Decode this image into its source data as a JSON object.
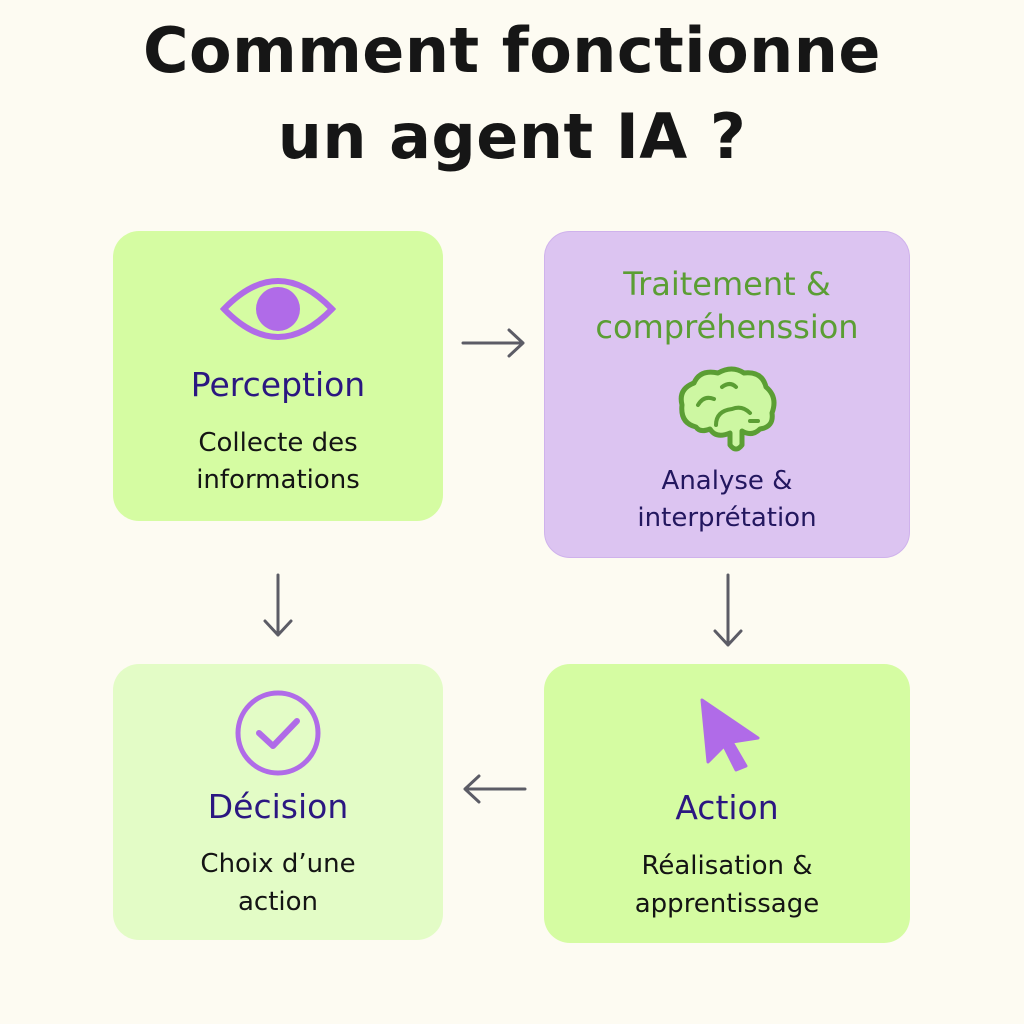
{
  "title": {
    "line1": "Comment fonctionne",
    "line2": "un agent IA ?"
  },
  "steps": [
    {
      "id": "perception",
      "icon": "eye-icon",
      "title": "Perception",
      "desc_line1": "Collecte des",
      "desc_line2": "informations"
    },
    {
      "id": "traitement",
      "icon": "brain-icon",
      "title_line1": "Traitement &",
      "title_line2": "compréhenssion",
      "desc_line1": "Analyse &",
      "desc_line2": "interprétation"
    },
    {
      "id": "action",
      "icon": "cursor-icon",
      "title": "Action",
      "desc_line1": "Réalisation &",
      "desc_line2": "apprentissage"
    },
    {
      "id": "decision",
      "icon": "check-circle-icon",
      "title": "Décision",
      "desc_line1": "Choix d’une",
      "desc_line2": "action"
    }
  ],
  "colors": {
    "background": "#fdfbf2",
    "green_box": "#d5fca2",
    "light_green_box": "#e3fcc6",
    "purple_box": "#dcc4f1",
    "heading": "#2b1781",
    "icon_purple": "#b06be8",
    "green_text": "#5b9e34"
  }
}
